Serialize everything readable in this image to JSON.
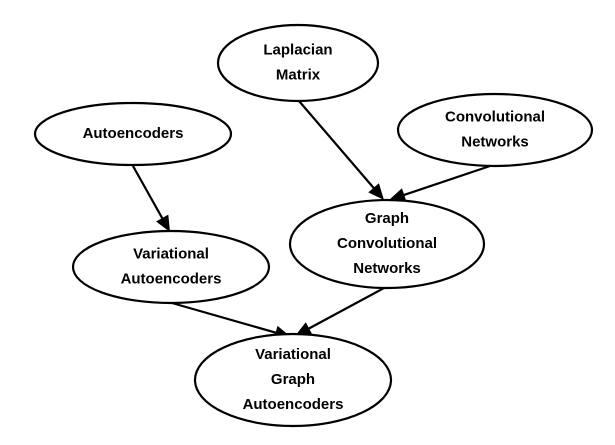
{
  "nodes": [
    {
      "id": "laplacian",
      "lines": [
        "Laplacian",
        "Matrix"
      ]
    },
    {
      "id": "autoencoders",
      "lines": [
        "Autoencoders"
      ]
    },
    {
      "id": "convnets",
      "lines": [
        "Convolutional",
        "Networks"
      ]
    },
    {
      "id": "vae",
      "lines": [
        "Variational",
        "Autoencoders"
      ]
    },
    {
      "id": "gcn",
      "lines": [
        "Graph",
        "Convolutional",
        "Networks"
      ]
    },
    {
      "id": "vgae",
      "lines": [
        "Variational",
        "Graph",
        "Autoencoders"
      ]
    }
  ],
  "edges": [
    {
      "from": "laplacian",
      "to": "gcn"
    },
    {
      "from": "convnets",
      "to": "gcn"
    },
    {
      "from": "autoencoders",
      "to": "vae"
    },
    {
      "from": "vae",
      "to": "vgae"
    },
    {
      "from": "gcn",
      "to": "vgae"
    }
  ]
}
